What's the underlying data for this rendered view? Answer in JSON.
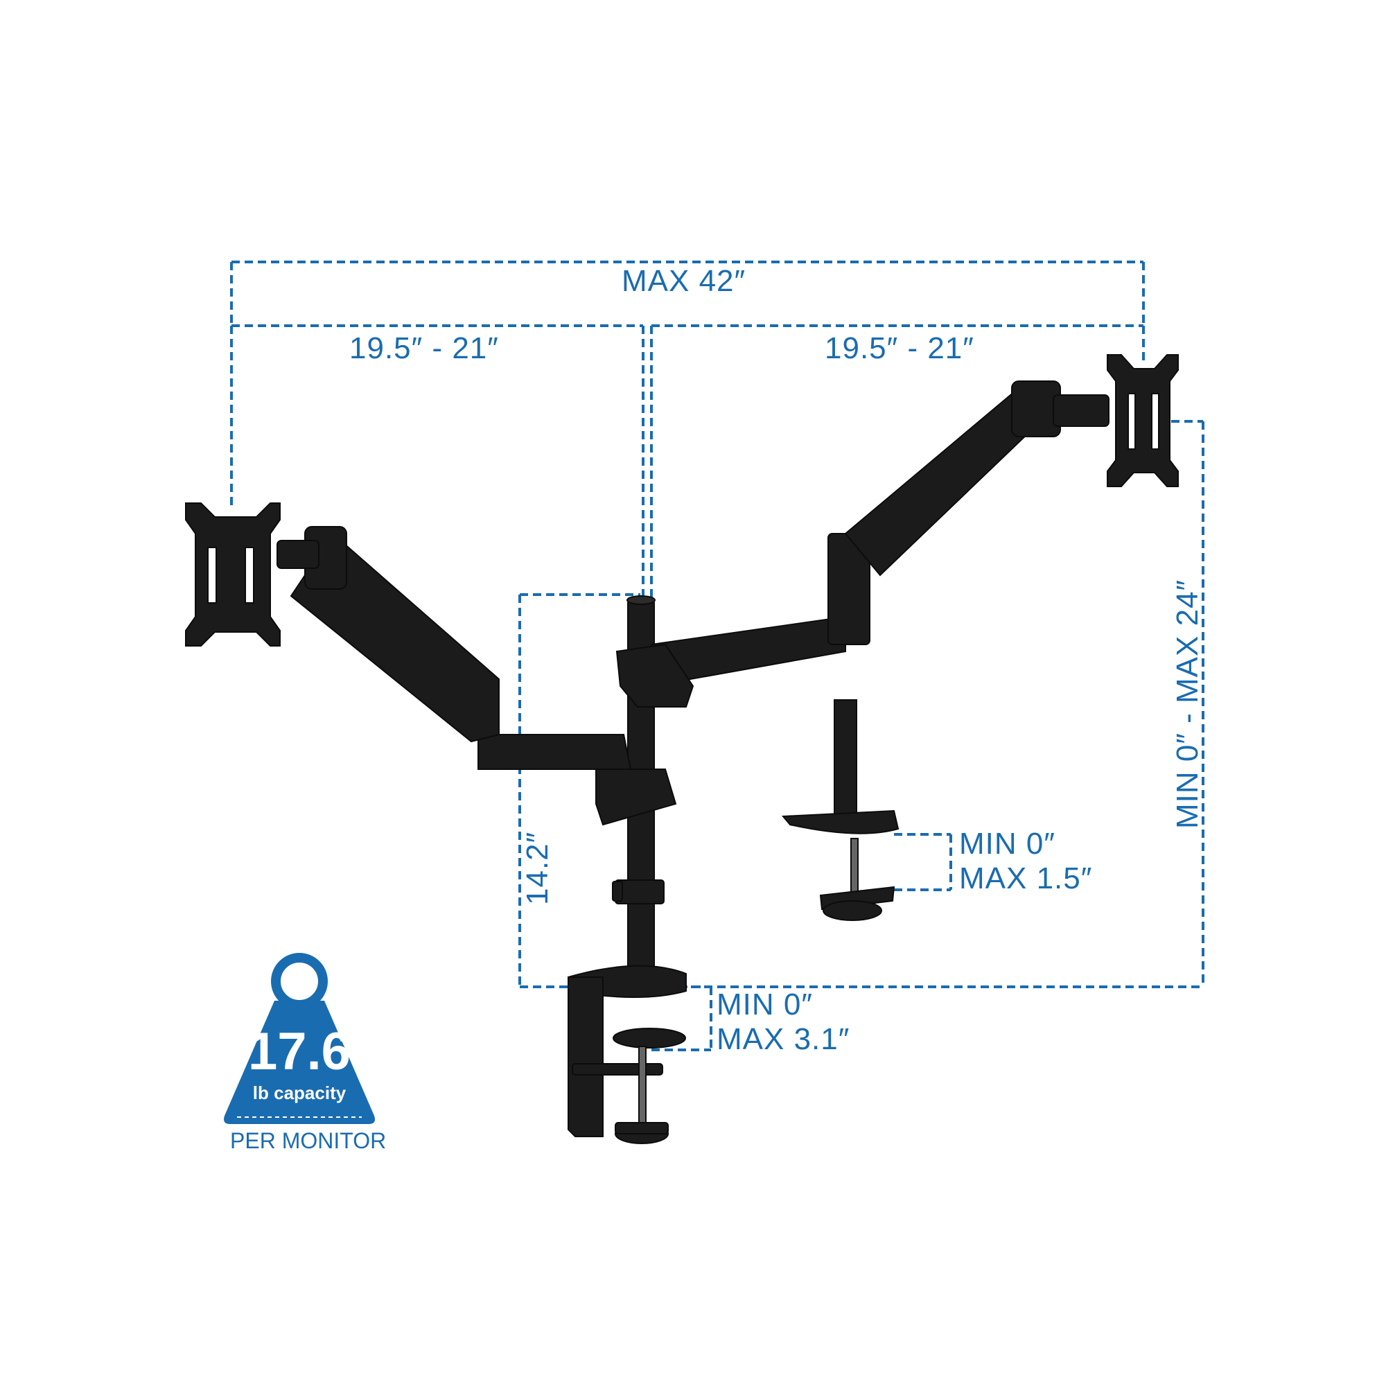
{
  "colors": {
    "dimension": "#1a6cb0",
    "mount": "#1b1b1b",
    "badge": "#1a6cb0",
    "background": "#ffffff"
  },
  "dimensions": {
    "total_width": "MAX 42″",
    "left_arm": "19.5″ - 21″",
    "right_arm": "19.5″ - 21″",
    "pole_height": "14.2″",
    "height_range": "MIN 0″ - MAX 24″",
    "grommet_min": "MIN 0″",
    "grommet_max": "MAX 1.5″",
    "clamp_min": "MIN 0″",
    "clamp_max": "MAX 3.1″"
  },
  "capacity": {
    "value": "17.6",
    "unit": "lb capacity",
    "note": "PER MONITOR",
    "icon": "weight-icon"
  }
}
